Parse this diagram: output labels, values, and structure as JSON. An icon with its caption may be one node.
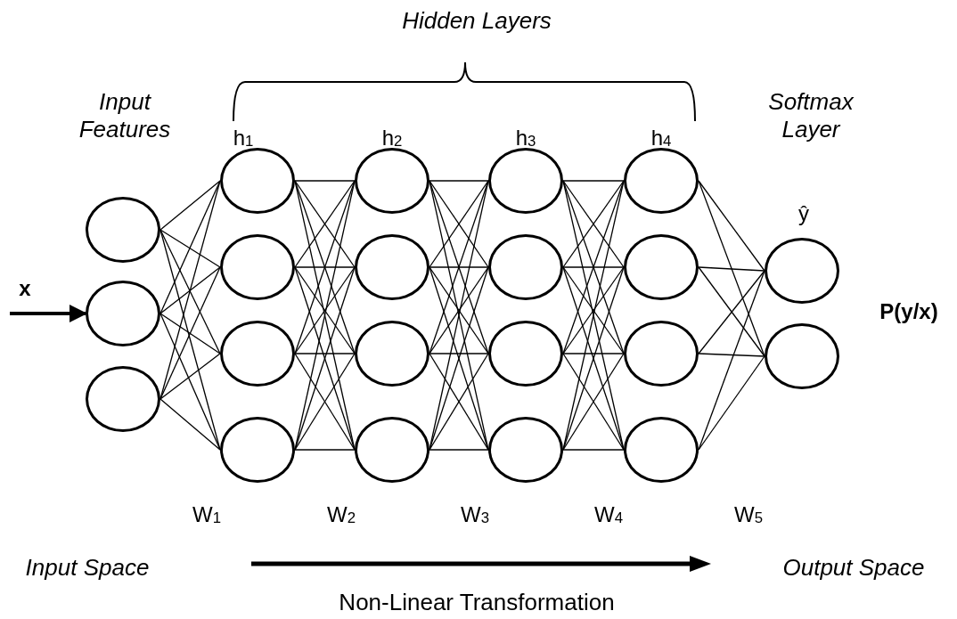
{
  "diagram": {
    "nodes": [
      {
        "text": [],
        "shape": "circle"
      },
      {
        "text": [],
        "shape": "circle"
      },
      {
        "text": [],
        "shape": "circle"
      },
      {
        "text": [],
        "shape": "circle",
        "beside": [
          "h$_{1}$"
        ]
      },
      {
        "text": [],
        "shape": "circle"
      },
      {
        "text": [],
        "shape": "circle"
      },
      {
        "text": [],
        "shape": "circle"
      },
      {
        "text": [],
        "shape": "circle",
        "beside": [
          "h$_{2}$"
        ]
      },
      {
        "text": [],
        "shape": "circle"
      },
      {
        "text": [],
        "shape": "circle"
      },
      {
        "text": [],
        "shape": "circle"
      },
      {
        "text": [],
        "shape": "circle",
        "beside": [
          "h$_{3}$"
        ]
      },
      {
        "text": [],
        "shape": "circle"
      },
      {
        "text": [],
        "shape": "circle"
      },
      {
        "text": [],
        "shape": "circle"
      },
      {
        "text": [],
        "shape": "circle",
        "beside": [
          "h$_{4}$"
        ]
      },
      {
        "text": [],
        "shape": "circle"
      },
      {
        "text": [],
        "shape": "circle"
      },
      {
        "text": [],
        "shape": "circle"
      },
      {
        "text": [],
        "shape": "circle",
        "beside": [
          "ŷ"
        ]
      },
      {
        "text": [],
        "shape": "circle"
      }
    ],
    "edges": [
      {
        "from": null,
        "to": 1,
        "arrow": "to",
        "label": "x",
        "style": "thick"
      },
      {
        "from": 0,
        "to": 3,
        "arrow": "none"
      },
      {
        "from": 0,
        "to": 4,
        "arrow": "none"
      },
      {
        "from": 0,
        "to": 5,
        "arrow": "none"
      },
      {
        "from": 0,
        "to": 6,
        "arrow": "none"
      },
      {
        "from": 1,
        "to": 3,
        "arrow": "none"
      },
      {
        "from": 1,
        "to": 4,
        "arrow": "none"
      },
      {
        "from": 1,
        "to": 5,
        "arrow": "none"
      },
      {
        "from": 1,
        "to": 6,
        "arrow": "none"
      },
      {
        "from": 2,
        "to": 3,
        "arrow": "none"
      },
      {
        "from": 2,
        "to": 4,
        "arrow": "none"
      },
      {
        "from": 2,
        "to": 5,
        "arrow": "none"
      },
      {
        "from": 2,
        "to": 6,
        "arrow": "none"
      },
      {
        "from": 3,
        "to": 7,
        "arrow": "none"
      },
      {
        "from": 3,
        "to": 8,
        "arrow": "none"
      },
      {
        "from": 3,
        "to": 9,
        "arrow": "none"
      },
      {
        "from": 3,
        "to": 10,
        "arrow": "none"
      },
      {
        "from": 4,
        "to": 7,
        "arrow": "none"
      },
      {
        "from": 4,
        "to": 8,
        "arrow": "none"
      },
      {
        "from": 4,
        "to": 9,
        "arrow": "none"
      },
      {
        "from": 4,
        "to": 10,
        "arrow": "none"
      },
      {
        "from": 5,
        "to": 7,
        "arrow": "none"
      },
      {
        "from": 5,
        "to": 8,
        "arrow": "none"
      },
      {
        "from": 5,
        "to": 9,
        "arrow": "none"
      },
      {
        "from": 5,
        "to": 10,
        "arrow": "none"
      },
      {
        "from": 6,
        "to": 7,
        "arrow": "none"
      },
      {
        "from": 6,
        "to": 8,
        "arrow": "none"
      },
      {
        "from": 6,
        "to": 9,
        "arrow": "none"
      },
      {
        "from": 6,
        "to": 10,
        "arrow": "none"
      },
      {
        "from": 7,
        "to": 11,
        "arrow": "none"
      },
      {
        "from": 7,
        "to": 12,
        "arrow": "none"
      },
      {
        "from": 7,
        "to": 13,
        "arrow": "none"
      },
      {
        "from": 7,
        "to": 14,
        "arrow": "none"
      },
      {
        "from": 8,
        "to": 11,
        "arrow": "none"
      },
      {
        "from": 8,
        "to": 12,
        "arrow": "none"
      },
      {
        "from": 8,
        "to": 13,
        "arrow": "none"
      },
      {
        "from": 8,
        "to": 14,
        "arrow": "none"
      },
      {
        "from": 9,
        "to": 11,
        "arrow": "none"
      },
      {
        "from": 9,
        "to": 12,
        "arrow": "none"
      },
      {
        "from": 9,
        "to": 13,
        "arrow": "none"
      },
      {
        "from": 9,
        "to": 14,
        "arrow": "none"
      },
      {
        "from": 10,
        "to": 11,
        "arrow": "none"
      },
      {
        "from": 10,
        "to": 12,
        "arrow": "none"
      },
      {
        "from": 10,
        "to": 13,
        "arrow": "none"
      },
      {
        "from": 10,
        "to": 14,
        "arrow": "none"
      },
      {
        "from": 11,
        "to": 15,
        "arrow": "none"
      },
      {
        "from": 11,
        "to": 16,
        "arrow": "none"
      },
      {
        "from": 11,
        "to": 17,
        "arrow": "none"
      },
      {
        "from": 11,
        "to": 18,
        "arrow": "none"
      },
      {
        "from": 12,
        "to": 15,
        "arrow": "none"
      },
      {
        "from": 12,
        "to": 16,
        "arrow": "none"
      },
      {
        "from": 12,
        "to": 17,
        "arrow": "none"
      },
      {
        "from": 12,
        "to": 18,
        "arrow": "none"
      },
      {
        "from": 13,
        "to": 15,
        "arrow": "none"
      },
      {
        "from": 13,
        "to": 16,
        "arrow": "none"
      },
      {
        "from": 13,
        "to": 17,
        "arrow": "none"
      },
      {
        "from": 13,
        "to": 18,
        "arrow": "none"
      },
      {
        "from": 14,
        "to": 15,
        "arrow": "none"
      },
      {
        "from": 14,
        "to": 16,
        "arrow": "none"
      },
      {
        "from": 14,
        "to": 17,
        "arrow": "none"
      },
      {
        "from": 14,
        "to": 18,
        "arrow": "none"
      },
      {
        "from": 15,
        "to": 19,
        "arrow": "none"
      },
      {
        "from": 15,
        "to": 20,
        "arrow": "none"
      },
      {
        "from": 16,
        "to": 19,
        "arrow": "none"
      },
      {
        "from": 16,
        "to": 20,
        "arrow": "none"
      },
      {
        "from": 17,
        "to": 19,
        "arrow": "none"
      },
      {
        "from": 17,
        "to": 20,
        "arrow": "none"
      },
      {
        "from": 18,
        "to": 19,
        "arrow": "none"
      },
      {
        "from": 18,
        "to": 20,
        "arrow": "none"
      }
    ],
    "labels": [
      "Hidden Layers",
      "Input Features",
      "Softmax Layer",
      "P(y/x)",
      "W$_{1}$",
      "W$_{2}$",
      "W$_{3}$",
      "W$_{4}$",
      "W$_{5}$",
      "Input Space",
      "Output Space",
      "Non-Linear Transformation"
    ]
  }
}
